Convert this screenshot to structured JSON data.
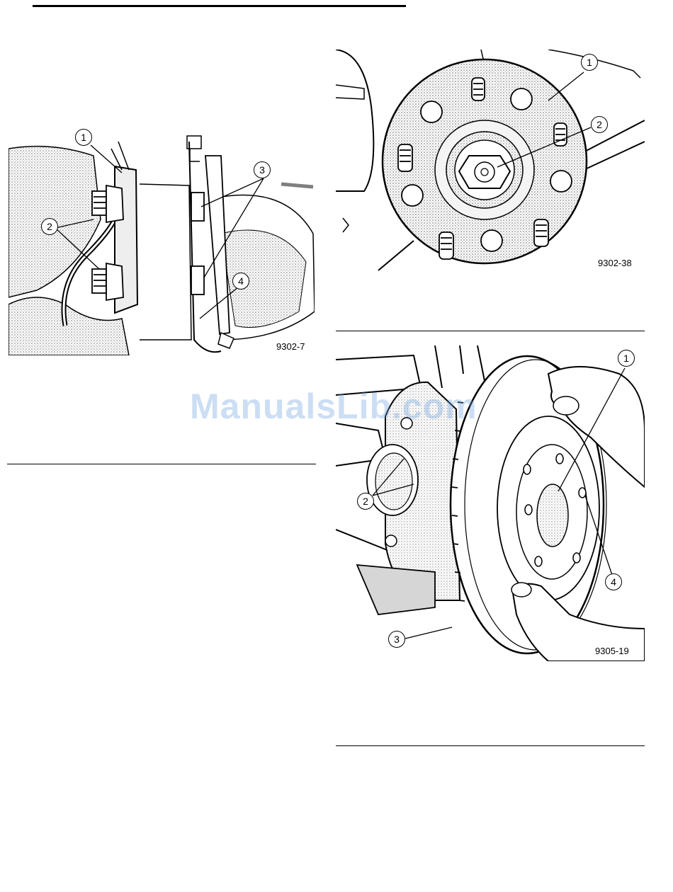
{
  "figures": [
    {
      "id": "9302-7",
      "callouts": [
        "1",
        "2",
        "3",
        "4"
      ]
    },
    {
      "id": "9302-38",
      "callouts": [
        "1",
        "2"
      ]
    },
    {
      "id": "9305-19",
      "callouts": [
        "1",
        "2",
        "3",
        "4"
      ]
    }
  ],
  "watermark": "ManualsLib.com",
  "colors": {
    "ink": "#000000",
    "stipple": "#c8c8c8",
    "watermark": "#6ea0dc"
  }
}
